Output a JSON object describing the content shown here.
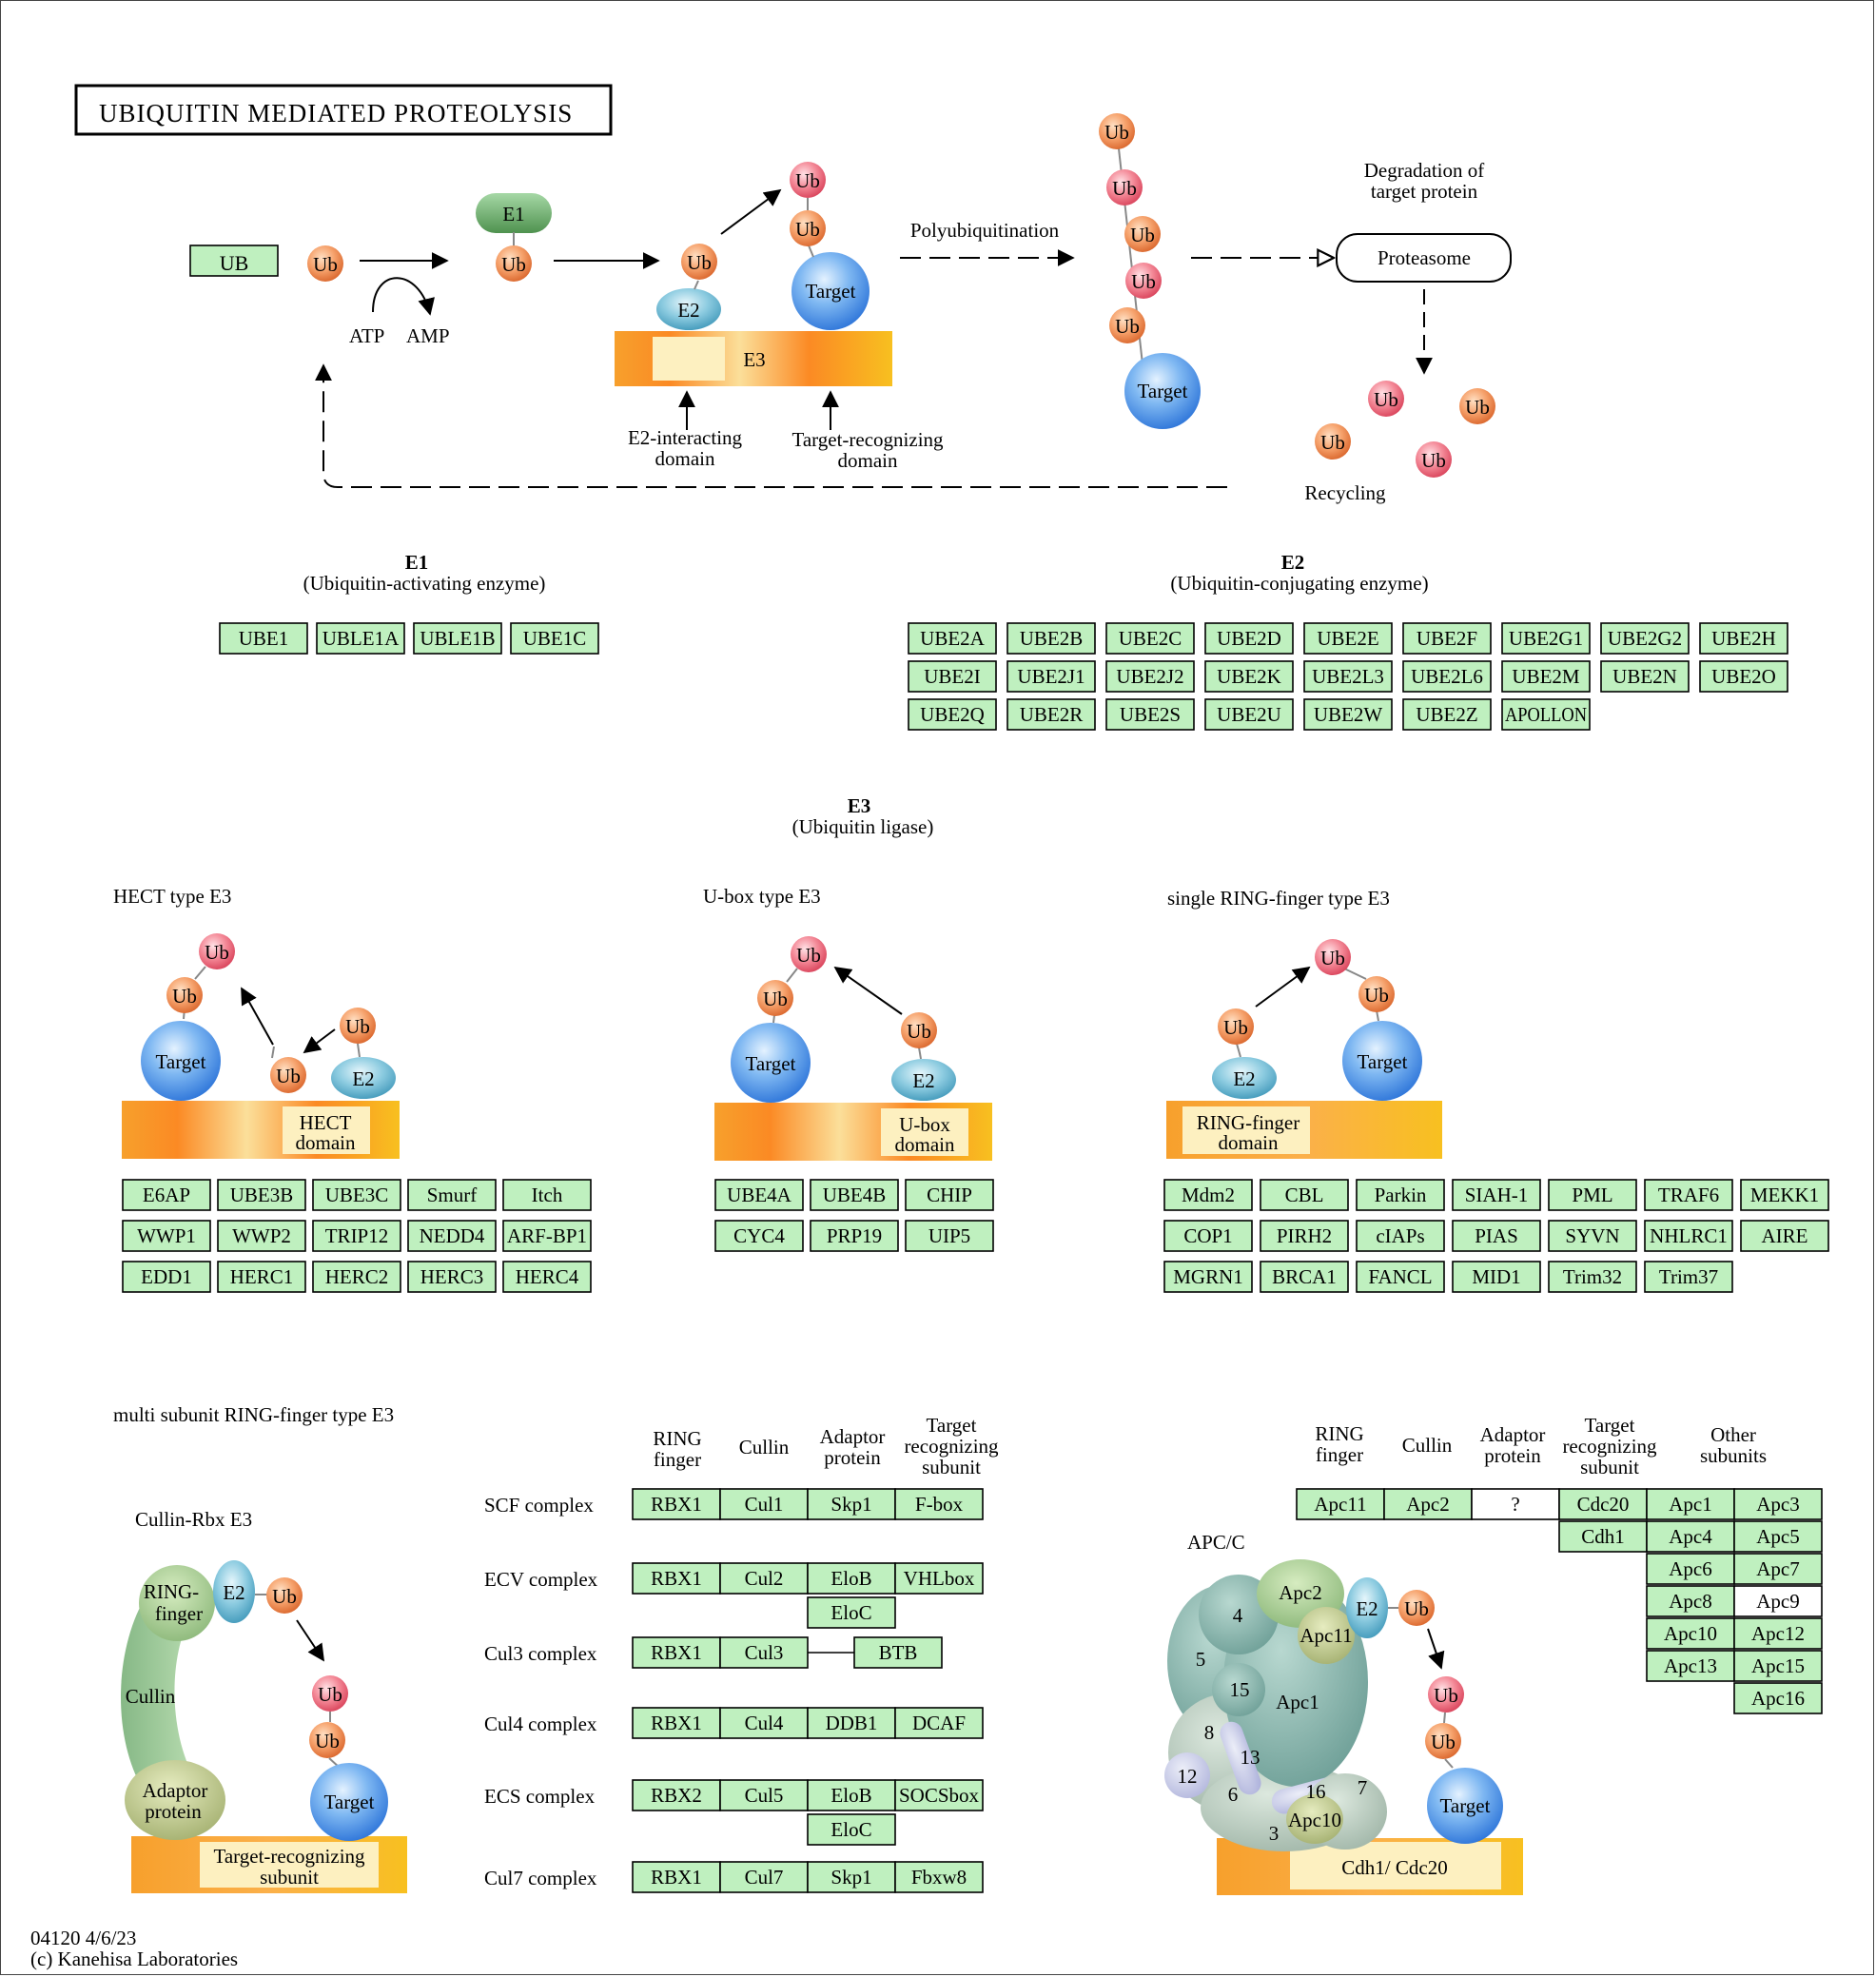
{
  "title": "UBIQUITIN MEDIATED PROTEOLYSIS",
  "footer": {
    "id_date": "04120 4/6/23",
    "copyright": "(c) Kanehisa Laboratories"
  },
  "top": {
    "ub_gene": "UB",
    "ub": "Ub",
    "e1": "E1",
    "e2": "E2",
    "e3": "E3",
    "target": "Target",
    "atp": "ATP",
    "amp": "AMP",
    "polyubiquitination": "Polyubiquitination",
    "degradation_line1": "Degradation of",
    "degradation_line2": "target protein",
    "proteasome": "Proteasome",
    "recycling": "Recycling",
    "e2_domain_line1": "E2-interacting",
    "e2_domain_line2": "domain",
    "target_domain_line1": "Target-recognizing",
    "target_domain_line2": "domain"
  },
  "e1": {
    "title": "E1",
    "subtitle": "(Ubiquitin-activating enzyme)",
    "genes": [
      "UBE1",
      "UBLE1A",
      "UBLE1B",
      "UBE1C"
    ]
  },
  "e2": {
    "title": "E2",
    "subtitle": "(Ubiquitin-conjugating enzyme)",
    "genes": [
      [
        "UBE2A",
        "UBE2B",
        "UBE2C",
        "UBE2D",
        "UBE2E",
        "UBE2F",
        "UBE2G1",
        "UBE2G2",
        "UBE2H"
      ],
      [
        "UBE2I",
        "UBE2J1",
        "UBE2J2",
        "UBE2K",
        "UBE2L3",
        "UBE2L6",
        "UBE2M",
        "UBE2N",
        "UBE2O"
      ],
      [
        "UBE2Q",
        "UBE2R",
        "UBE2S",
        "UBE2U",
        "UBE2W",
        "UBE2Z",
        "APOLLON"
      ]
    ]
  },
  "e3": {
    "title": "E3",
    "subtitle": "(Ubiquitin ligase)"
  },
  "hect": {
    "title": "HECT type E3",
    "domain_line1": "HECT",
    "domain_line2": "domain",
    "genes": [
      [
        "E6AP",
        "UBE3B",
        "UBE3C",
        "Smurf",
        "Itch"
      ],
      [
        "WWP1",
        "WWP2",
        "TRIP12",
        "NEDD4",
        "ARF-BP1"
      ],
      [
        "EDD1",
        "HERC1",
        "HERC2",
        "HERC3",
        "HERC4"
      ]
    ]
  },
  "ubox": {
    "title": "U-box type E3",
    "domain_line1": "U-box",
    "domain_line2": "domain",
    "genes": [
      [
        "UBE4A",
        "UBE4B",
        "CHIP"
      ],
      [
        "CYC4",
        "PRP19",
        "UIP5"
      ]
    ]
  },
  "ring": {
    "title": "single RING-finger type E3",
    "domain_line1": "RING-finger",
    "domain_line2": "domain",
    "genes": [
      [
        "Mdm2",
        "CBL",
        "Parkin",
        "SIAH-1",
        "PML",
        "TRAF6",
        "MEKK1"
      ],
      [
        "COP1",
        "PIRH2",
        "cIAPs",
        "PIAS",
        "SYVN",
        "NHLRC1",
        "AIRE"
      ],
      [
        "MGRN1",
        "BRCA1",
        "FANCL",
        "MID1",
        "Trim32",
        "Trim37"
      ]
    ]
  },
  "multi": {
    "title": "multi subunit RING-finger type E3",
    "cullin_rbx_title": "Cullin-Rbx E3",
    "ring_finger_line1": "RING-",
    "ring_finger_line2": "finger",
    "cullin": "Cullin",
    "adaptor_line1": "Adaptor",
    "adaptor_line2": "protein",
    "trs_line1": "Target-recognizing",
    "trs_line2": "subunit",
    "headers": {
      "ring_line1": "RING",
      "ring_line2": "finger",
      "cullin": "Cullin",
      "adaptor_line1": "Adaptor",
      "adaptor_line2": "protein",
      "target_line1": "Target",
      "target_line2": "recognizing",
      "target_line3": "subunit",
      "other_line1": "Other",
      "other_line2": "subunits"
    },
    "complexes": [
      {
        "name": "SCF complex",
        "ring": "RBX1",
        "cullin": "Cul1",
        "adaptor": [
          "Skp1"
        ],
        "target": "F-box"
      },
      {
        "name": "ECV complex",
        "ring": "RBX1",
        "cullin": "Cul2",
        "adaptor": [
          "EloB",
          "EloC"
        ],
        "target": "VHLbox"
      },
      {
        "name": "Cul3 complex",
        "ring": "RBX1",
        "cullin": "Cul3",
        "adaptor": [],
        "target": "BTB"
      },
      {
        "name": "Cul4 complex",
        "ring": "RBX1",
        "cullin": "Cul4",
        "adaptor": [
          "DDB1"
        ],
        "target": "DCAF"
      },
      {
        "name": "ECS complex",
        "ring": "RBX2",
        "cullin": "Cul5",
        "adaptor": [
          "EloB",
          "EloC"
        ],
        "target": "SOCSbox"
      },
      {
        "name": "Cul7 complex",
        "ring": "RBX1",
        "cullin": "Cul7",
        "adaptor": [
          "Skp1"
        ],
        "target": "Fbxw8"
      }
    ]
  },
  "apc": {
    "title": "APC/C",
    "ring": "Apc11",
    "cullin": "Apc2",
    "adaptor": "?",
    "target": [
      "Cdc20",
      "Cdh1"
    ],
    "other": [
      [
        "Apc1",
        "Apc3"
      ],
      [
        "Apc4",
        "Apc5"
      ],
      [
        "Apc6",
        "Apc7"
      ],
      [
        "Apc8",
        "Apc9"
      ],
      [
        "Apc10",
        "Apc12"
      ],
      [
        "Apc13",
        "Apc15"
      ],
      [
        "",
        "Apc16"
      ]
    ],
    "blob_labels": {
      "n4": "4",
      "n5": "5",
      "n15": "15",
      "n8": "8",
      "n13": "13",
      "n12": "12",
      "n6": "6",
      "n3": "3",
      "n16": "16",
      "n7": "7",
      "apc2": "Apc2",
      "apc11": "Apc11",
      "apc1": "Apc1",
      "apc10": "Apc10"
    },
    "cdh1_cdc20": "Cdh1/ Cdc20"
  },
  "colors": {
    "gene_box": "#bff0bf",
    "ub_orange": "#f08a50",
    "ub_pink": "#f06878",
    "target_blue": "#3d8fe6",
    "e1_green": "#6faa6f",
    "e2_blue": "#4aa8c8",
    "e3_orange": "#f7a030"
  }
}
